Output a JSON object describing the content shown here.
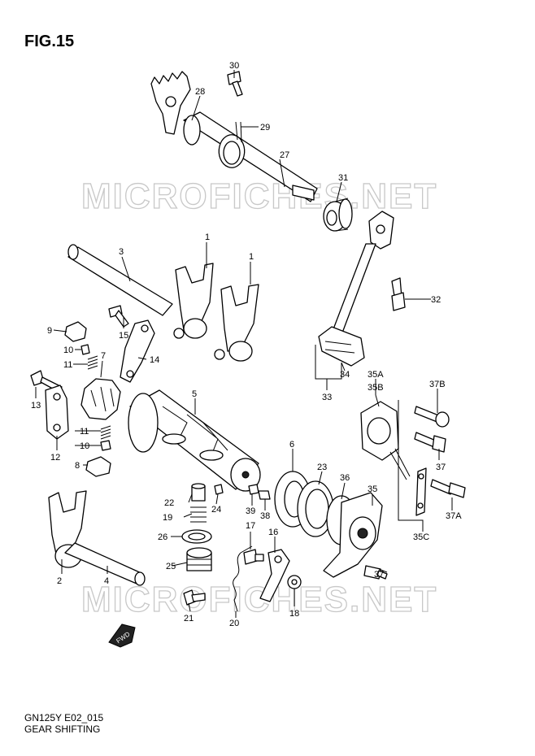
{
  "figure_title": "FIG.15",
  "footer": {
    "code": "GN125Y E02_015",
    "caption": "GEAR SHIFTING"
  },
  "watermark": "MICROFICHES.NET",
  "fwd_marker": "FWD",
  "callouts": {
    "p30": "30",
    "p28": "28",
    "p29": "29",
    "p27": "27",
    "p31": "31",
    "p1a": "1",
    "p1b": "1",
    "p3": "3",
    "p32": "32",
    "p9": "9",
    "p10a": "10",
    "p7": "7",
    "p15": "15",
    "p14": "14",
    "p11a": "11",
    "p34": "34",
    "p33": "33",
    "p35A": "35A",
    "p35B": "35B",
    "p37B": "37B",
    "p13": "13",
    "p5": "5",
    "p12": "12",
    "p11b": "11",
    "p10b": "10",
    "p6": "6",
    "p8": "8",
    "p37a": "37",
    "p23": "23",
    "p36": "36",
    "p35": "35",
    "p22": "22",
    "p24": "24",
    "p37A": "37A",
    "p19": "19",
    "p39": "39",
    "p38": "38",
    "p17": "17",
    "p16": "16",
    "p26": "26",
    "p35C": "35C",
    "p25": "25",
    "p2": "2",
    "p4": "4",
    "p37b": "37",
    "p18": "18",
    "p21": "21",
    "p20": "20"
  }
}
